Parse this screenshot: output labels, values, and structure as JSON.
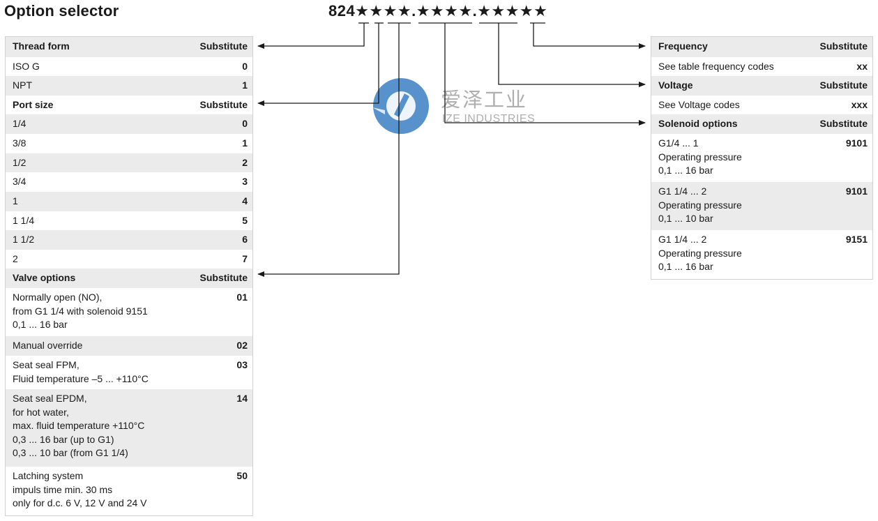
{
  "title": "Option selector",
  "code": "824★★★★.★★★★.★★★★★",
  "watermark": {
    "cn": "爱泽工业",
    "en": "IZE INDUSTRIES"
  },
  "left_table": {
    "thread_form": {
      "header": "Thread form",
      "header_value": "Substitute",
      "rows": [
        {
          "label": "ISO G",
          "value": "0"
        },
        {
          "label": "NPT",
          "value": "1"
        }
      ]
    },
    "port_size": {
      "header": "Port size",
      "header_value": "Substitute",
      "rows": [
        {
          "label": "1/4",
          "value": "0"
        },
        {
          "label": "3/8",
          "value": "1"
        },
        {
          "label": "1/2",
          "value": "2"
        },
        {
          "label": "3/4",
          "value": "3"
        },
        {
          "label": "1",
          "value": "4"
        },
        {
          "label": "1 1/4",
          "value": "5"
        },
        {
          "label": "1 1/2",
          "value": "6"
        },
        {
          "label": "2",
          "value": "7"
        }
      ]
    },
    "valve_options": {
      "header": "Valve options",
      "header_value": "Substitute",
      "rows": [
        {
          "label": "Normally open (NO),\nfrom G1 1/4 with solenoid 9151\n0,1 ... 16 bar",
          "value": "01"
        },
        {
          "label": "Manual override",
          "value": "02"
        },
        {
          "label": "Seat seal FPM,\nFluid temperature  –5 ... +110°C",
          "value": "03"
        },
        {
          "label": "Seat seal EPDM,\nfor hot water,\nmax.  fluid temperature +110°C\n0,3 ... 16 bar (up to G1)\n0,3 ... 10 bar (from G1 1/4)",
          "value": "14"
        },
        {
          "label": "Latching system\nimpuls time min. 30 ms\nonly for d.c. 6 V, 12 V and 24 V",
          "value": "50"
        }
      ]
    }
  },
  "right_table": {
    "frequency": {
      "header": "Frequency",
      "header_value": "Substitute",
      "rows": [
        {
          "label": "See table frequency codes",
          "value": "xx"
        }
      ]
    },
    "voltage": {
      "header": "Voltage",
      "header_value": "Substitute",
      "rows": [
        {
          "label": "See Voltage codes",
          "value": "xxx"
        }
      ]
    },
    "solenoid_options": {
      "header": "Solenoid options",
      "header_value": "Substitute",
      "rows": [
        {
          "label": "G1/4 ... 1\nOperating pressure\n0,1 ... 16 bar",
          "value": "9101"
        },
        {
          "label": "G1 1/4 ... 2\nOperating pressure\n0,1 ... 10 bar",
          "value": "9101"
        },
        {
          "label": "G1 1/4 ... 2\nOperating pressure\n0,1 ... 16 bar",
          "value": "9151"
        }
      ]
    }
  },
  "colors": {
    "header_bg": "#ebebeb",
    "border": "#d0d0d0",
    "watermark_blue": "#3b7fc4"
  }
}
